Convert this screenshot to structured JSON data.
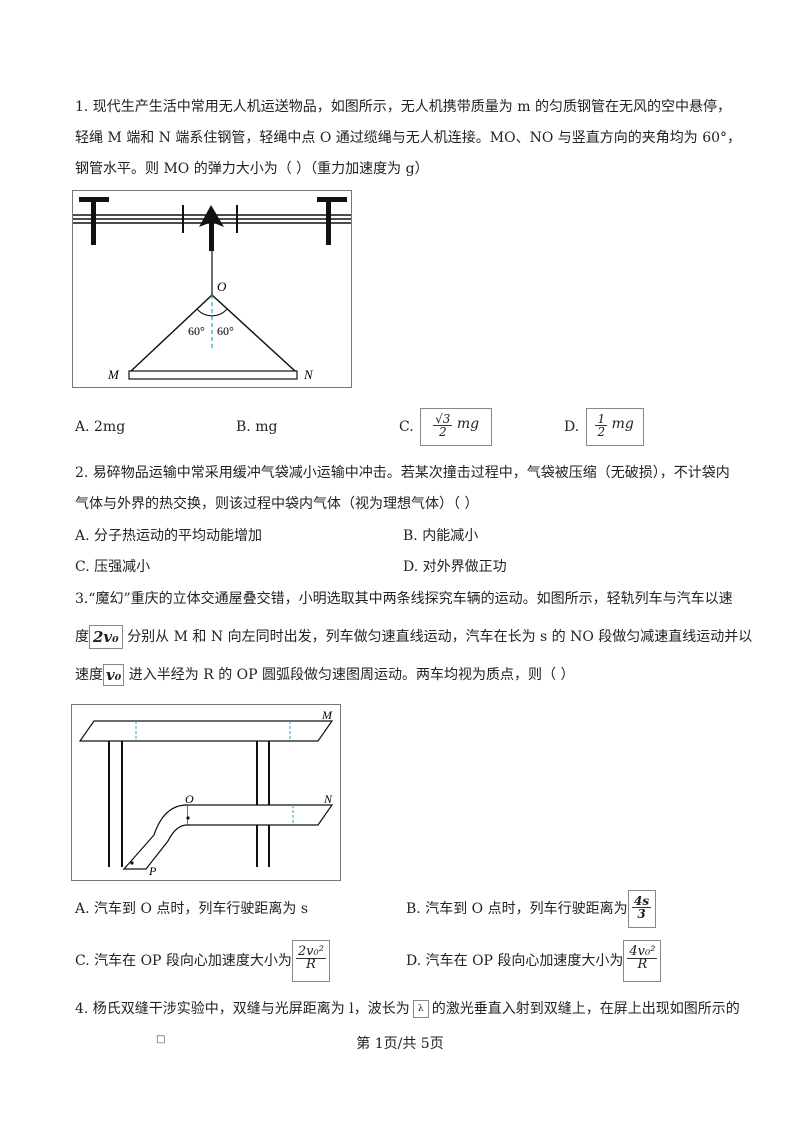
{
  "q1": {
    "line1": "1. 现代生产生活中常用无人机运送物品，如图所示，无人机携带质量为 m 的匀质钢管在无风的空中悬停，",
    "line2": "轻绳  M 端和  N 端系住钢管，轻绳中点  O 通过缆绳与无人机连接。MO、NO 与竖直方向的夹角均为  60°，",
    "line3": "钢管水平。则  MO 的弹力大小为（        ）（重力加速度为  g）",
    "figure": {
      "label_O": "O",
      "label_M": "M",
      "label_N": "N",
      "angle_left": "60°",
      "angle_right": "60°"
    },
    "options": {
      "a": "A. 2mg",
      "b": "B. mg",
      "c_prefix": "C.",
      "c_num": "√3",
      "c_den": "2",
      "c_tail": "mg",
      "d_prefix": "D.",
      "d_num": "1",
      "d_den": "2",
      "d_tail": "mg"
    }
  },
  "q2": {
    "line1": "2. 易碎物品运输中常采用缓冲气袋减小运输中冲击。若某次撞击过程中，气袋被压缩（无破损），不计袋内",
    "line2": "气体与外界的热交换，则该过程中袋内气体（视为理想气体）（        ）",
    "options": {
      "a": "A. 分子热运动的平均动能增加",
      "b": "B. 内能减小",
      "c": "C. 压强减小",
      "d": "D. 对外界做正功"
    }
  },
  "q3": {
    "line1": "3.“魔幻”重庆的立体交通屋叠交错，小明选取其中两条线探究车辆的运动。如图所示，轻轨列车与汽车以速",
    "line2_a": "度",
    "line2_box": "2v₀",
    "line2_b": "分别从  M 和  N 向左同时出发，列车做匀速直线运动，汽车在长为  s 的  NO 段做匀减速直线运动并以",
    "line3_a": "速度",
    "line3_box": "v₀",
    "line3_b": "进入半经为  R 的  OP 圆弧段做匀速图周运动。两车均视为质点，则（        ）",
    "figure": {
      "label_M": "M",
      "label_N": "N",
      "label_O": "O",
      "label_P": "P"
    },
    "options": {
      "a": "A. 汽车到  O 点时，列车行驶距离为  s",
      "b_text": "B. 汽车到  O 点时，列车行驶距离为",
      "b_num": "4s",
      "b_den": "3",
      "c_text": "C. 汽车在  OP 段向心加速度大小为",
      "c_num": "2v₀²",
      "c_den": "R",
      "d_text": "D. 汽车在  OP 段向心加速度大小为",
      "d_num": "4v₀²",
      "d_den": "R"
    }
  },
  "q4": {
    "line1_a": "4. 杨氏双缝干涉实验中，双缝与光屏距离为  l，波长为",
    "line1_b": "的激光垂直入射到双缝上，在屏上出现如图所示的"
  },
  "footer": {
    "page": "第 1页/共 5页",
    "mark": "□"
  }
}
